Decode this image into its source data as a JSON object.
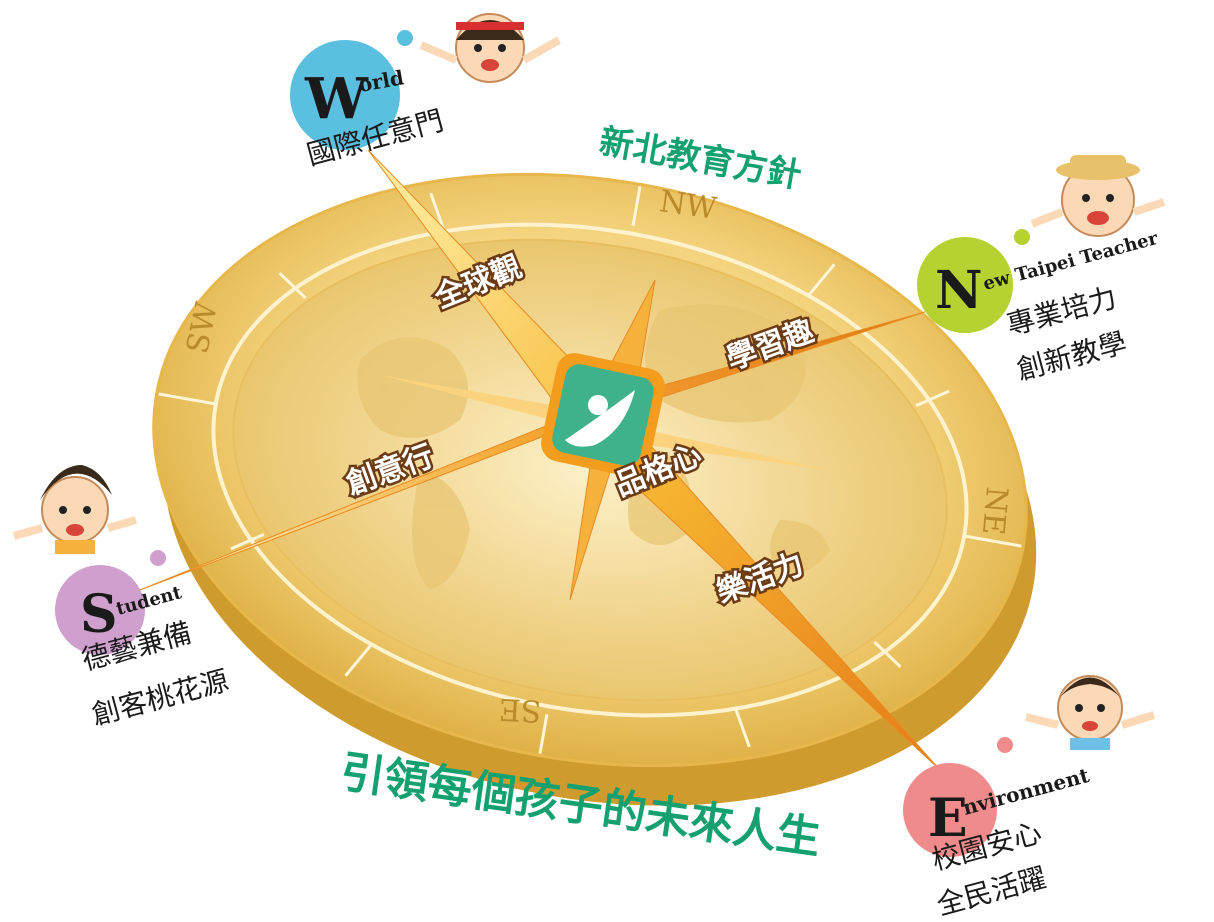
{
  "header_slogan": "新北教育方針",
  "footer_slogan": "引領每個孩子的未來人生",
  "directions": {
    "nw": "NW",
    "sw": "SW",
    "ne": "NE",
    "se": "SE"
  },
  "arrows": {
    "up_left": "全球觀",
    "right": "學習趣",
    "left": "創意行",
    "down_right": "樂活力",
    "center": "品格心"
  },
  "corners": {
    "world": {
      "initial": "W",
      "rest": "orld",
      "line1": "國際任意門",
      "color": "#5bbfdf"
    },
    "teacher": {
      "initial": "N",
      "rest": "ew Taipei Teacher",
      "line1": "專業培力",
      "line2": "創新教學",
      "color": "#b6d232"
    },
    "student": {
      "initial": "S",
      "rest": "tudent",
      "line1": "德藝兼備",
      "line2": "創客桃花源",
      "color": "#cfa0cd"
    },
    "environment": {
      "initial": "E",
      "rest": "nvironment",
      "line1": "校園安心",
      "line2": "全民活躍",
      "color": "#ef8b8b"
    }
  },
  "colors": {
    "slogan": "#15a070",
    "arrow": "#f39c1e",
    "compass": "#f2cd6d",
    "label": "#6b3b16"
  }
}
